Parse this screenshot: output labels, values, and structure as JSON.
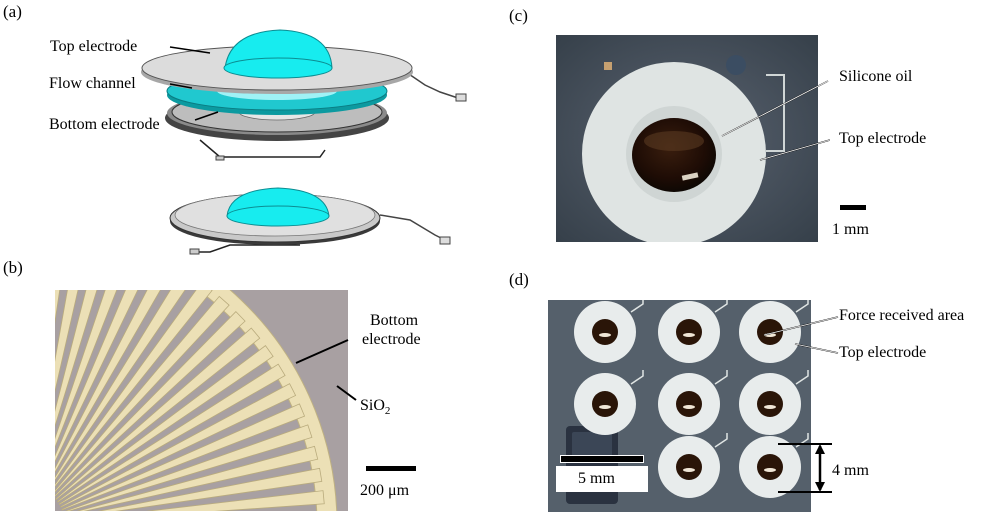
{
  "panels": {
    "a": {
      "label": "(a)",
      "callouts": {
        "top_electrode": "Top electrode",
        "flow_channel": "Flow channel",
        "bottom_electrode": "Bottom electrode"
      }
    },
    "b": {
      "label": "(b)",
      "callouts": {
        "bottom_electrode_line1": "Bottom",
        "bottom_electrode_line2": "electrode",
        "sio2_base": "SiO",
        "sio2_sub": "2"
      },
      "scale_bar": "200 μm"
    },
    "c": {
      "label": "(c)",
      "callouts": {
        "silicone_oil": "Silicone oil",
        "top_electrode": "Top electrode"
      },
      "scale_bar": "1 mm"
    },
    "d": {
      "label": "(d)",
      "callouts": {
        "force_area": "Force received area",
        "top_electrode": "Top electrode"
      },
      "scale_bar": "5 mm",
      "pitch": "4 mm"
    }
  },
  "colors": {
    "liquid": "#18e8ee",
    "electrode_grey": "#d4d4d4",
    "pcb_dark": "#4a5560",
    "ring_white": "#e8ecec",
    "micrograph_bg": "#a59c9f",
    "micrograph_finger": "#ece0b6"
  }
}
